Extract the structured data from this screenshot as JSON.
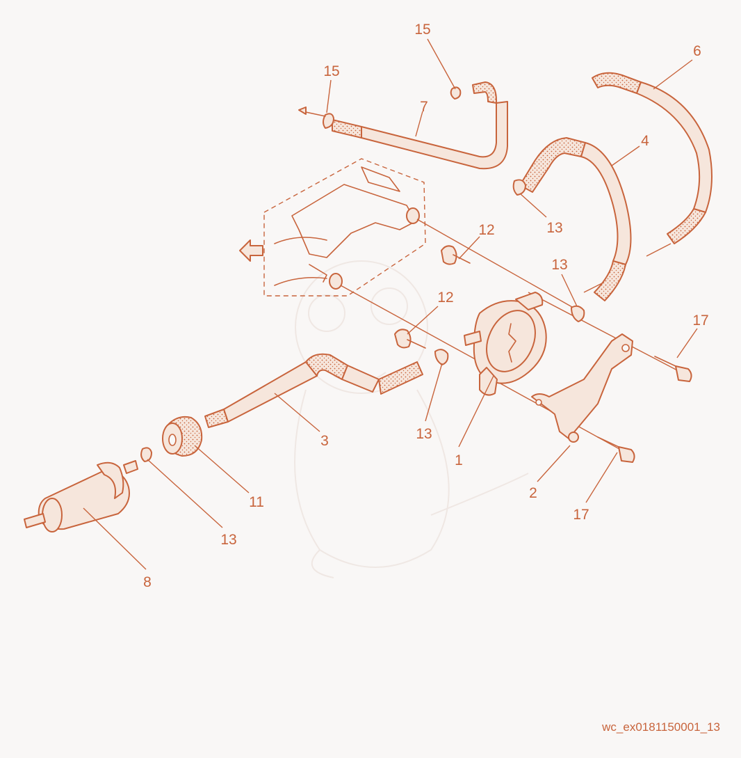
{
  "diagram_ref": "wc_ex0181150001_13",
  "callouts": {
    "c1": "1",
    "c2": "2",
    "c3": "3",
    "c4": "4",
    "c6": "6",
    "c7": "7",
    "c8": "8",
    "c11": "11",
    "c12a": "12",
    "c12b": "12",
    "c13a": "13",
    "c13b": "13",
    "c13c": "13",
    "c13d": "13",
    "c15a": "15",
    "c15b": "15",
    "c17a": "17",
    "c17b": "17"
  },
  "icons": {
    "direction_arrow": "left-outline-arrow",
    "flow_arrow": "small-left-arrow"
  },
  "colors": {
    "line": "#c8643c",
    "background": "#f9f7f6",
    "fill": "#f6e6dc"
  }
}
